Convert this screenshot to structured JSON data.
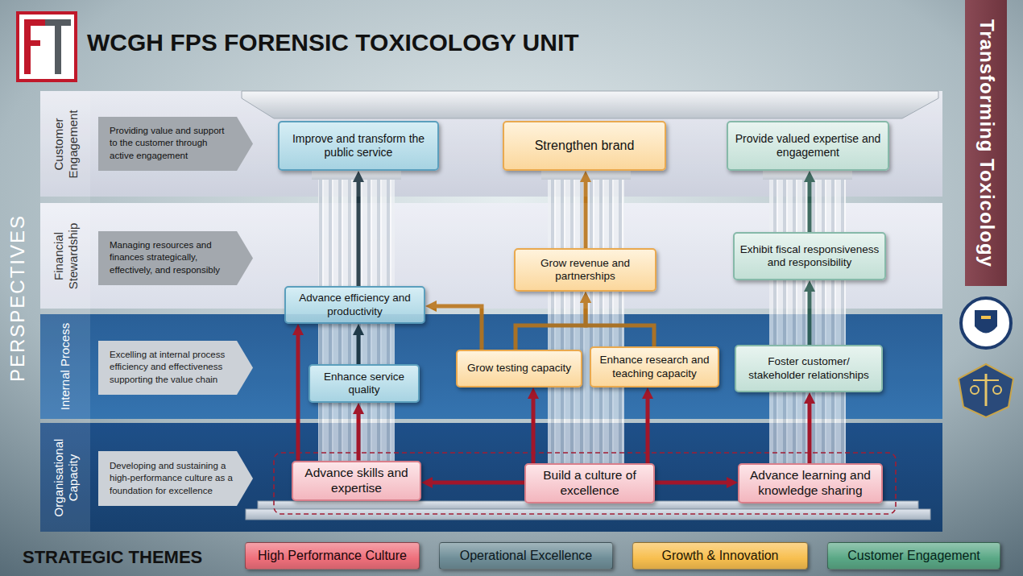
{
  "diagram": {
    "title": "WCGH FPS FORENSIC TOXICOLOGY UNIT",
    "nodes": [
      {
        "text": [
          "Customer Engagement"
        ]
      },
      {
        "text": [
          "Providing value and support to the customer through active engagement"
        ],
        "in": 0
      },
      {
        "text": [
          "Improve and transform the public service"
        ],
        "in": 0
      },
      {
        "text": [
          "Strengthen brand"
        ],
        "in": 0
      },
      {
        "text": [
          "Provide valued expertise and engagement"
        ],
        "in": 0
      },
      {
        "text": [
          "Financial Stewardship"
        ]
      },
      {
        "text": [
          "Managing resources and finances strategically, effectively, and responsibly"
        ],
        "in": 5
      },
      {
        "text": [
          "Grow revenue and partnerships"
        ],
        "in": 5
      },
      {
        "text": [
          "Exhibit fiscal responsiveness and responsibility"
        ],
        "in": 5
      },
      {
        "text": [
          "Advance efficiency and productivity"
        ],
        "in": 5
      },
      {
        "text": [
          "Internal Process"
        ]
      },
      {
        "text": [
          "Excelling at internal process efficiency and effectiveness supporting the value chain"
        ],
        "in": 10
      },
      {
        "text": [
          "Enhance service quality"
        ],
        "in": 10
      },
      {
        "text": [
          "Grow testing capacity"
        ],
        "in": 10
      },
      {
        "text": [
          "Enhance research and teaching capacity"
        ],
        "in": 10
      },
      {
        "text": [
          "Foster customer/ stakeholder relationships"
        ],
        "in": 10
      },
      {
        "text": [
          "Organisational Capacity"
        ]
      },
      {
        "text": [
          "Developing and sustaining a high-performance culture as a foundation for excellence"
        ],
        "in": 16
      },
      {
        "text": [
          "Advance skills and expertise"
        ],
        "in": 16
      },
      {
        "text": [
          "Build a culture of excellence"
        ],
        "in": 16
      },
      {
        "text": [
          "Advance learning and knowledge sharing"
        ],
        "in": 16
      },
      {
        "text": [
          "Transforming Toxicology"
        ]
      }
    ],
    "edges": [
      {
        "from": 18,
        "to": 12,
        "arrow": "to"
      },
      {
        "from": 18,
        "to": 9,
        "arrow": "to"
      },
      {
        "from": 12,
        "to": 9,
        "arrow": "to"
      },
      {
        "from": 9,
        "to": 2,
        "arrow": "to"
      },
      {
        "from": 19,
        "to": 18,
        "arrow": "to"
      },
      {
        "from": 19,
        "to": 20,
        "arrow": "to"
      },
      {
        "from": 19,
        "to": 13,
        "arrow": "to"
      },
      {
        "from": 19,
        "to": 14,
        "arrow": "to"
      },
      {
        "from": 13,
        "to": 9,
        "arrow": "to"
      },
      {
        "from": 13,
        "to": 7,
        "arrow": "to"
      },
      {
        "from": 14,
        "to": 7,
        "arrow": "to"
      },
      {
        "from": 7,
        "to": 3,
        "arrow": "to"
      },
      {
        "from": 20,
        "to": 15,
        "arrow": "to"
      },
      {
        "from": 15,
        "to": 8,
        "arrow": "to"
      },
      {
        "from": 8,
        "to": 4,
        "arrow": "to"
      }
    ],
    "labels": [
      "PERSPECTIVES",
      "STRATEGIC THEMES"
    ],
    "legend": [
      {
        "text": "High Performance Culture",
        "color": "#ef6f7b"
      },
      {
        "text": "Operational Excellence",
        "color": "#6f8e98"
      },
      {
        "text": "Growth & Innovation",
        "color": "#f8bf4f"
      },
      {
        "text": "Customer Engagement",
        "color": "#5aa886"
      }
    ]
  }
}
